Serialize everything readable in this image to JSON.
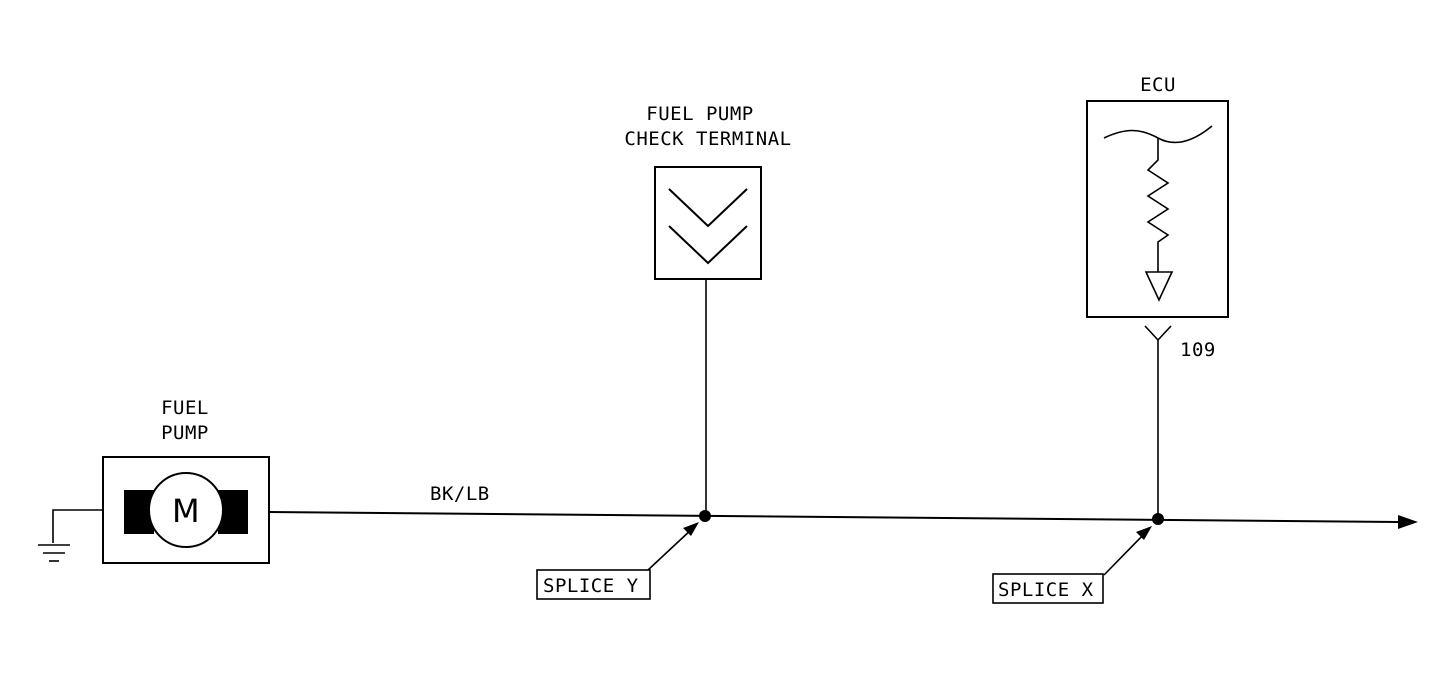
{
  "components": {
    "fuel_pump": {
      "label_line1": "FUEL",
      "label_line2": "PUMP",
      "motor_symbol": "M"
    },
    "check_terminal": {
      "label_line1": "FUEL PUMP",
      "label_line2": "CHECK TERMINAL"
    },
    "ecu": {
      "label": "ECU",
      "pin": "109"
    }
  },
  "wire": {
    "color_code": "BK/LB"
  },
  "splices": {
    "y": "SPLICE Y",
    "x": "SPLICE X"
  },
  "symbols": [
    "ground-icon",
    "motor-icon",
    "terminal-chevron-icon",
    "resistor-icon",
    "ecu-ground-icon",
    "connector-icon",
    "arrow-icon"
  ],
  "colors": {
    "line": "#000000",
    "background": "#ffffff"
  }
}
